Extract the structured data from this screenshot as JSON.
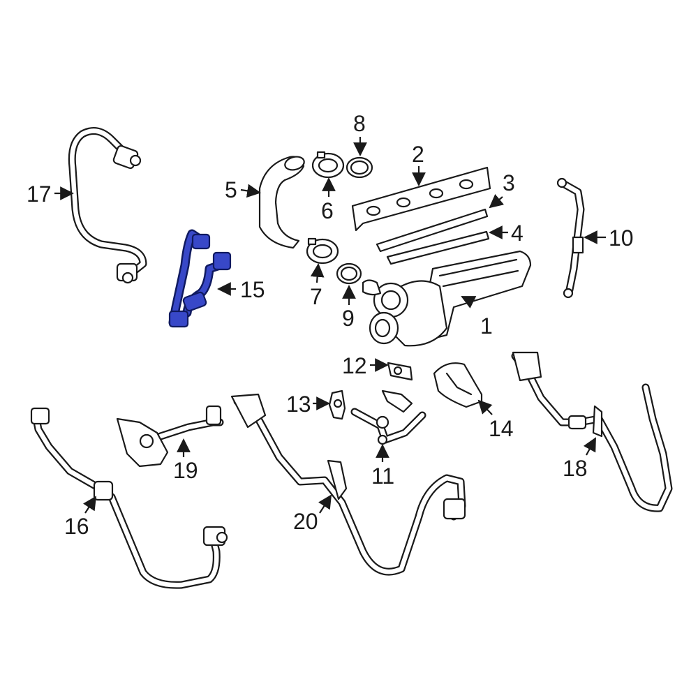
{
  "colors": {
    "line": "#1a1a1a",
    "background": "#ffffff",
    "highlight_fill": "#3848c8",
    "highlight_outline": "#101a60"
  },
  "highlighted_part": "15",
  "callouts": [
    {
      "id": "1",
      "label": "1"
    },
    {
      "id": "2",
      "label": "2"
    },
    {
      "id": "3",
      "label": "3"
    },
    {
      "id": "4",
      "label": "4"
    },
    {
      "id": "5",
      "label": "5"
    },
    {
      "id": "6",
      "label": "6"
    },
    {
      "id": "7",
      "label": "7"
    },
    {
      "id": "8",
      "label": "8"
    },
    {
      "id": "9",
      "label": "9"
    },
    {
      "id": "10",
      "label": "10"
    },
    {
      "id": "11",
      "label": "11"
    },
    {
      "id": "12",
      "label": "12"
    },
    {
      "id": "13",
      "label": "13"
    },
    {
      "id": "14",
      "label": "14"
    },
    {
      "id": "15",
      "label": "15"
    },
    {
      "id": "16",
      "label": "16"
    },
    {
      "id": "17",
      "label": "17"
    },
    {
      "id": "18",
      "label": "18"
    },
    {
      "id": "19",
      "label": "19"
    },
    {
      "id": "20",
      "label": "20"
    }
  ]
}
